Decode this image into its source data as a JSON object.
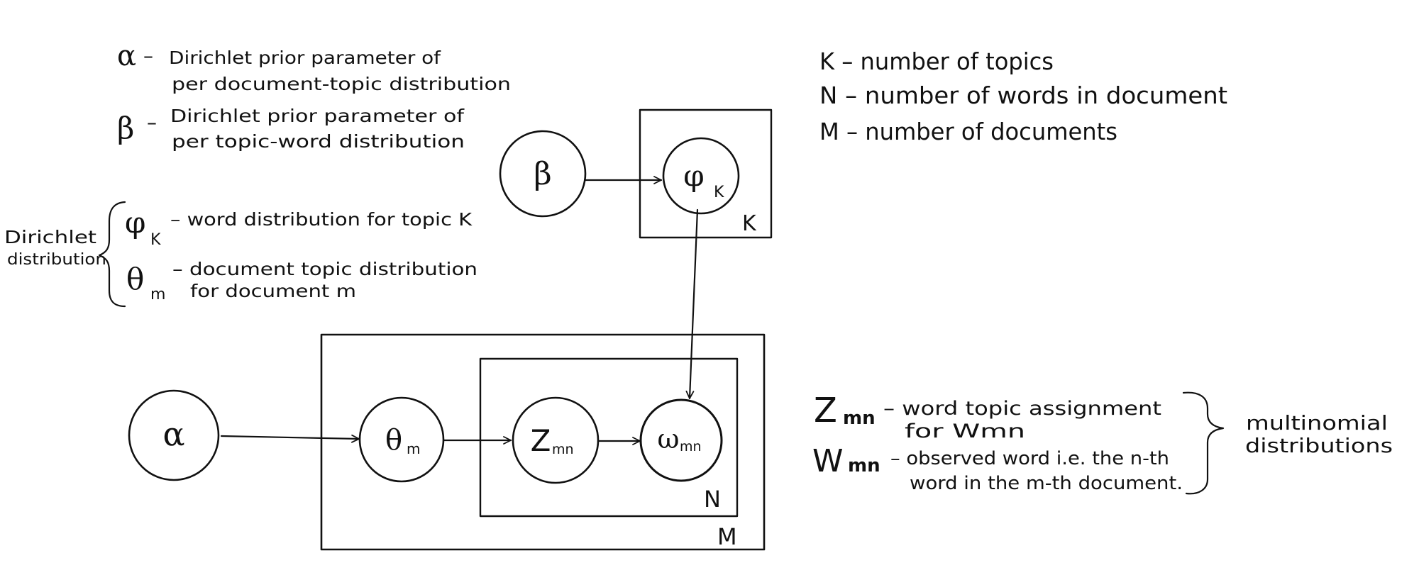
{
  "legend_left": {
    "alpha": {
      "symbol": "α",
      "dash": "–",
      "line1": "Dirichlet prior parameter of",
      "line2": "per document-topic distribution"
    },
    "beta": {
      "symbol": "β",
      "dash": "–",
      "line1": "Dirichlet prior parameter of",
      "line2": "per topic-word distribution"
    },
    "brace_label_line1": "Dirichlet",
    "brace_label_line2": "distribution",
    "phi": {
      "symbol": "φ",
      "subscript": "K",
      "text": "– word distribution for topic K"
    },
    "theta": {
      "symbol": "θ",
      "subscript": "m",
      "line1": "– document topic distribution",
      "line2": "for document m"
    }
  },
  "legend_right": {
    "k": "K – number of topics",
    "n": "N – number of words in document",
    "m": "M – number of documents"
  },
  "legend_bottom_right": {
    "z": {
      "symbol": "Z",
      "subscript": "mn",
      "line1": "– word topic assignment",
      "line2": "for Wmn"
    },
    "w": {
      "symbol": "W",
      "subscript": "mn",
      "line1": "– observed word i.e. the n-th",
      "line2": "word in the m-th document."
    },
    "brace_label_line1": "multinomial",
    "brace_label_line2": "distributions"
  },
  "nodes": {
    "alpha": {
      "symbol": "α"
    },
    "beta": {
      "symbol": "β"
    },
    "phi": {
      "symbol": "φ",
      "subscript": "K"
    },
    "theta": {
      "symbol": "θ",
      "subscript": "m"
    },
    "z": {
      "symbol": "Z",
      "subscript": "mn"
    },
    "w": {
      "symbol": "ω",
      "subscript": "mn"
    }
  },
  "plates": {
    "k": "K",
    "n": "N",
    "m": "M"
  }
}
